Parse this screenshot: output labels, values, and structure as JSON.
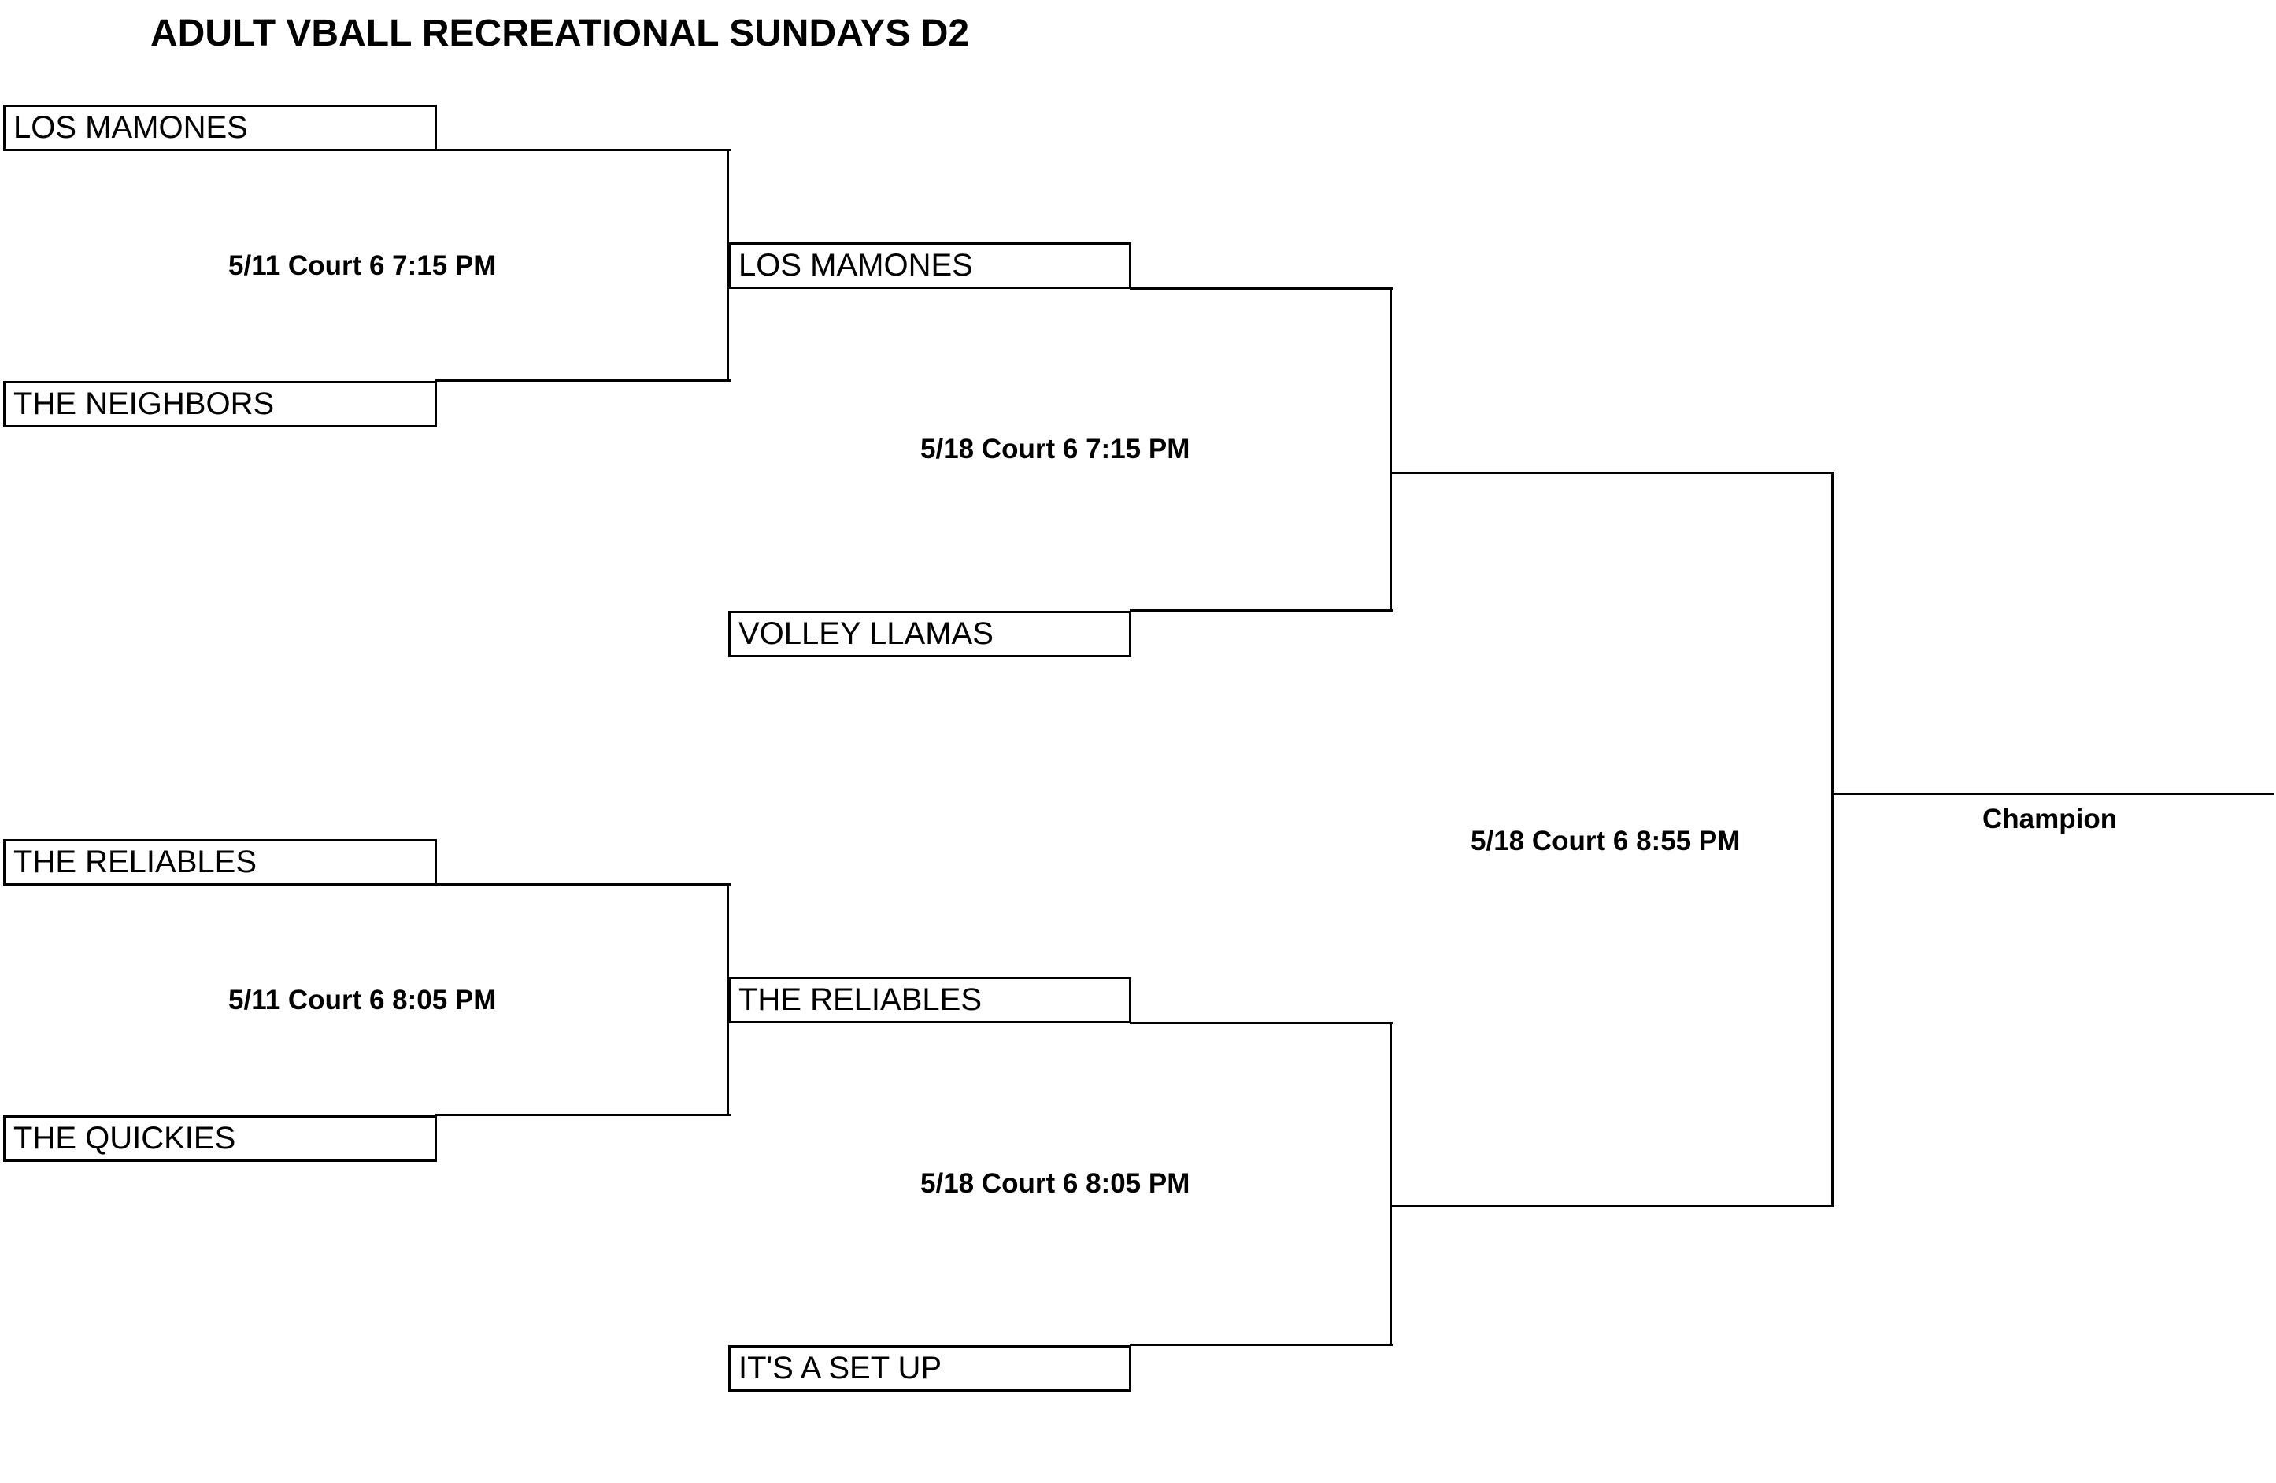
{
  "bracket": {
    "title": "ADULT VBALL RECREATIONAL SUNDAYS D2",
    "round1": {
      "match1": {
        "team_top": "LOS MAMONES",
        "team_bottom": "THE NEIGHBORS",
        "schedule": "5/11 Court 6 7:15 PM"
      },
      "match2": {
        "team_top": "THE RELIABLES",
        "team_bottom": "THE QUICKIES",
        "schedule": "5/11 Court 6 8:05 PM"
      }
    },
    "round2": {
      "match1": {
        "team_top": "LOS MAMONES",
        "team_bottom": "VOLLEY LLAMAS",
        "schedule": "5/18 Court 6 7:15 PM"
      },
      "match2": {
        "team_top": "THE RELIABLES",
        "team_bottom": "IT'S A SET UP",
        "schedule": "5/18 Court 6 8:05 PM"
      }
    },
    "final": {
      "schedule": "5/18 Court 6 8:55 PM",
      "champion_label": "Champion"
    }
  }
}
